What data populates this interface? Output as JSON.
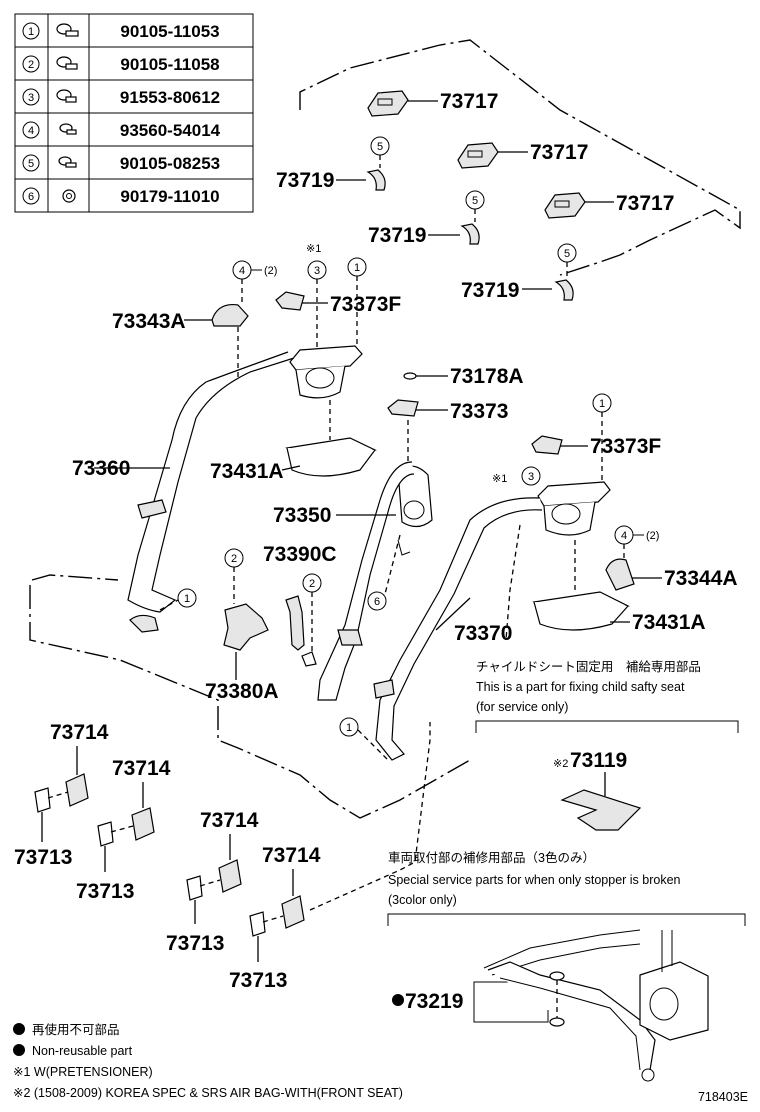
{
  "bolt_table": [
    {
      "num": "1",
      "part": "90105-11053"
    },
    {
      "num": "2",
      "part": "90105-11058"
    },
    {
      "num": "3",
      "part": "91553-80612"
    },
    {
      "num": "4",
      "part": "93560-54014"
    },
    {
      "num": "5",
      "part": "90105-08253"
    },
    {
      "num": "6",
      "part": "90179-11010"
    }
  ],
  "labels": {
    "p73717a": "73717",
    "p73717b": "73717",
    "p73717c": "73717",
    "p73719a": "73719",
    "p73719b": "73719",
    "p73719c": "73719",
    "p73343a": "73343A",
    "p73373f_left": "73373F",
    "p73360": "73360",
    "p73431a_left": "73431A",
    "p73178a": "73178A",
    "p73373": "73373",
    "p73373f_right": "73373F",
    "p73350": "73350",
    "p73390c": "73390C",
    "p73380a": "73380A",
    "p73370": "73370",
    "p73344a": "73344A",
    "p73431a_right": "73431A",
    "p73714a": "73714",
    "p73714b": "73714",
    "p73714c": "73714",
    "p73714d": "73714",
    "p73713a": "73713",
    "p73713b": "73713",
    "p73713c": "73713",
    "p73713d": "73713",
    "p73119": "73119",
    "p73219": "73219"
  },
  "callouts": {
    "c4_qty": "(2)",
    "c4r_qty": "(2)",
    "note1_mark": "※1",
    "note1_mark_right": "※1",
    "note2_mark": "※2"
  },
  "child_seat_note": {
    "ja": "チャイルドシート固定用　補給専用部品",
    "en": "This is a part for fixing child safty seat",
    "en2": "(for service only)"
  },
  "stopper_note": {
    "ja": "車両取付部の補修用部品（3色のみ）",
    "en": "Special service parts for when only stopper is broken",
    "en2": "(3color only)"
  },
  "legend": {
    "ja": "再使用不可部品",
    "en": "Non-reusable part",
    "note1": "※1  W(PRETENSIONER)",
    "note2": "※2 (1508-2009) KOREA SPEC & SRS AIR BAG-WITH(FRONT SEAT)"
  },
  "diagram_code": "718403E"
}
